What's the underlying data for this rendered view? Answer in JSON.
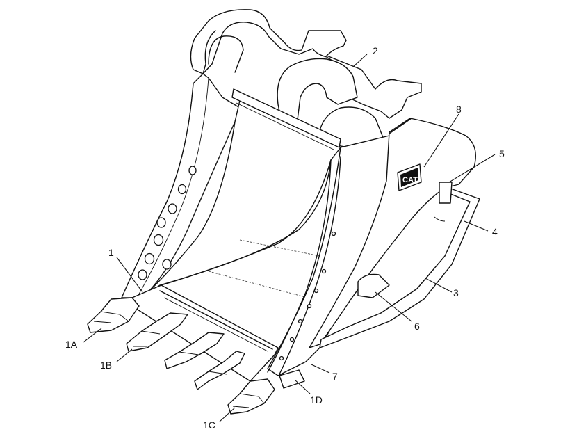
{
  "callouts": [
    {
      "id": "1",
      "label": "1"
    },
    {
      "id": "1A",
      "label": "1A"
    },
    {
      "id": "1B",
      "label": "1B"
    },
    {
      "id": "1C",
      "label": "1C"
    },
    {
      "id": "1D",
      "label": "1D"
    },
    {
      "id": "2",
      "label": "2"
    },
    {
      "id": "3",
      "label": "3"
    },
    {
      "id": "4",
      "label": "4"
    },
    {
      "id": "5",
      "label": "5"
    },
    {
      "id": "6",
      "label": "6"
    },
    {
      "id": "7",
      "label": "7"
    },
    {
      "id": "8",
      "label": "8"
    }
  ],
  "logo": {
    "text": "CAT"
  },
  "colors": {
    "line": "#111111",
    "background": "#ffffff"
  }
}
